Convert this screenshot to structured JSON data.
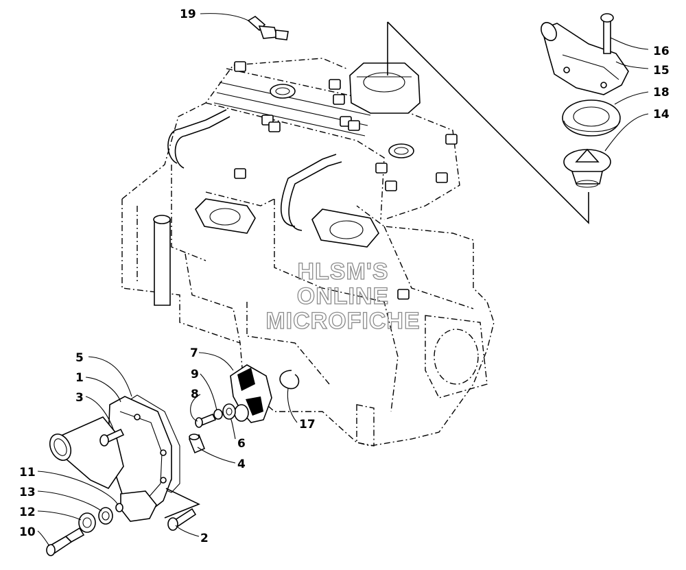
{
  "watermark": {
    "line1": "HLSM'S",
    "line2": "ONLINE",
    "line3": "MICROFICHE"
  },
  "callouts": [
    {
      "id": "1",
      "label": "1"
    },
    {
      "id": "2",
      "label": "2"
    },
    {
      "id": "3",
      "label": "3"
    },
    {
      "id": "4",
      "label": "4"
    },
    {
      "id": "5",
      "label": "5"
    },
    {
      "id": "6",
      "label": "6"
    },
    {
      "id": "7",
      "label": "7"
    },
    {
      "id": "8",
      "label": "8"
    },
    {
      "id": "9",
      "label": "9"
    },
    {
      "id": "10",
      "label": "10"
    },
    {
      "id": "11",
      "label": "11"
    },
    {
      "id": "12",
      "label": "12"
    },
    {
      "id": "13",
      "label": "13"
    },
    {
      "id": "14",
      "label": "14"
    },
    {
      "id": "15",
      "label": "15"
    },
    {
      "id": "16",
      "label": "16"
    },
    {
      "id": "17",
      "label": "17"
    },
    {
      "id": "18",
      "label": "18"
    },
    {
      "id": "19",
      "label": "19"
    }
  ]
}
